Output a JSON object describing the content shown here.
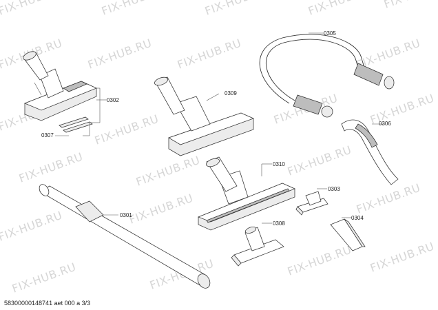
{
  "watermark": "FIX-HUB.RU",
  "parts": {
    "p0302": "0302",
    "p0307": "0307",
    "p0309": "0309",
    "p0305": "0305",
    "p0306": "0306",
    "p0310": "0310",
    "p0303": "0303",
    "p0301": "0301",
    "p0308": "0308",
    "p0304": "0304"
  },
  "footer": "58300000148741 aet 000 a 3/3"
}
